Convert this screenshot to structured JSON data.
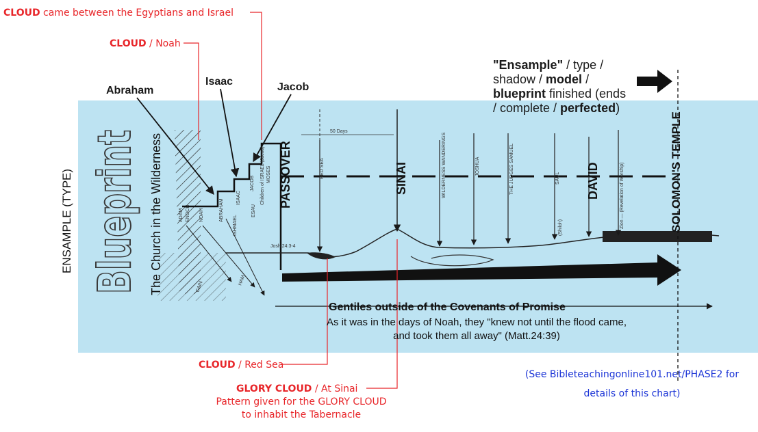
{
  "colors": {
    "panel": "#bde3f2",
    "accent": "#e8262a",
    "link": "#1a33d6",
    "ink": "#1a1a1a"
  },
  "annotations": {
    "cloud_israel": {
      "bold": "CLOUD",
      "rest": " came between the Egyptians and Israel"
    },
    "cloud_noah": {
      "bold": "CLOUD",
      "rest": " / Noah"
    },
    "cloud_red_sea": {
      "bold": "CLOUD",
      "rest": " / Red Sea"
    },
    "glory_cloud": {
      "bold": "GLORY CLOUD",
      "rest": " / At Sinai"
    },
    "pattern_line1": "Pattern given for the GLORY CLOUD",
    "pattern_line2": "to inhabit the Tabernacle"
  },
  "ensample_note": {
    "l1_bold": "\"Ensample\"",
    "l1_rest": " / type /",
    "l2_a": "shadow / ",
    "l2_bold": "model",
    "l2_b": " /",
    "l3_bold": "blueprint",
    "l3_rest": " finished (ends",
    "l4_a": "/ complete / ",
    "l4_bold": "perfected",
    "l4_b": ")"
  },
  "patriarchs": {
    "abraham": "Abraham",
    "isaac": "Isaac",
    "jacob": "Jacob"
  },
  "side_labels": {
    "ensample_type": "ENSAMPLE (TYPE)",
    "blueprint": "Blueprint",
    "church": "The Church in the Wilderness"
  },
  "milestones": {
    "passover": "PASSOVER",
    "red_sea": "RED SEA",
    "sinai": "SINAI",
    "wilderness": "WILDERNESS WANDERINGS",
    "joshua": "JOSHUA",
    "judges": "THE JUDGES SAMUEL",
    "saul": "SAUL",
    "david": "DAVID",
    "zion": "Zion — (Revelation of Worship)",
    "solomon": "SOLOMON'S TEMPLE",
    "fifty_days": "50 Days",
    "josh_ref": "Josh 24:3-4",
    "shiloh": "(Shiloh)"
  },
  "genealogy": {
    "adam": "ADAM",
    "enoch": "ENOCH",
    "noah": "NOAH",
    "abraham": "ABRAHAM",
    "isaac": "ISAAC",
    "jacob": "JACOB",
    "moses": "MOSES",
    "ishmael": "ISHMAEL",
    "esau": "ESAU",
    "children": "Children of ISRAEL (Jacob)",
    "cain": "CAIN",
    "ham": "HAM"
  },
  "gentiles": {
    "title": "Gentiles outside of the Covenants of Promise",
    "line1": "As it was in the days of Noah, they \"knew not until the flood came,",
    "line2": "and took them all away\" (Matt.24:39)"
  },
  "reference": {
    "line1": "(See Bibleteachingonline101.net/PHASE2 for",
    "line2": "details of this chart)"
  }
}
